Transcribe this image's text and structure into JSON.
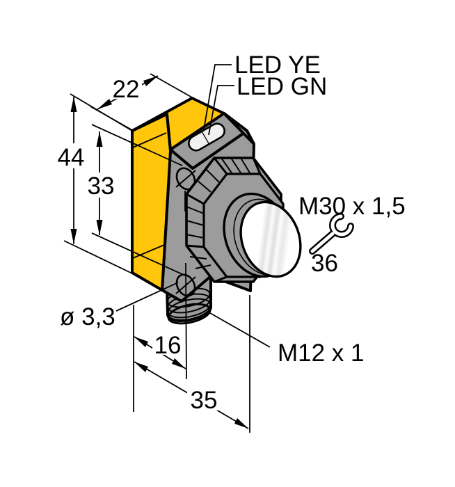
{
  "figure": {
    "type": "technical-dimension-drawing",
    "subject": "photoelectric sensor with M30 lens nut and M12 connector"
  },
  "labels": {
    "led_yellow": "LED YE",
    "led_green": "LED GN",
    "dim_depth": "22",
    "dim_height": "44",
    "dim_hole_spacing": "33",
    "thread_front": "M30 x 1,5",
    "wrench_size": "36",
    "hole_diameter": "ø 3,3",
    "dim_connector_offset": "16",
    "thread_connector": "M12 x 1",
    "dim_width": "35"
  },
  "colors": {
    "housing_yellow": "#ffc60b",
    "housing_gray": "#9c9c9c",
    "line": "#000000",
    "lens_white": "#ffffff"
  }
}
